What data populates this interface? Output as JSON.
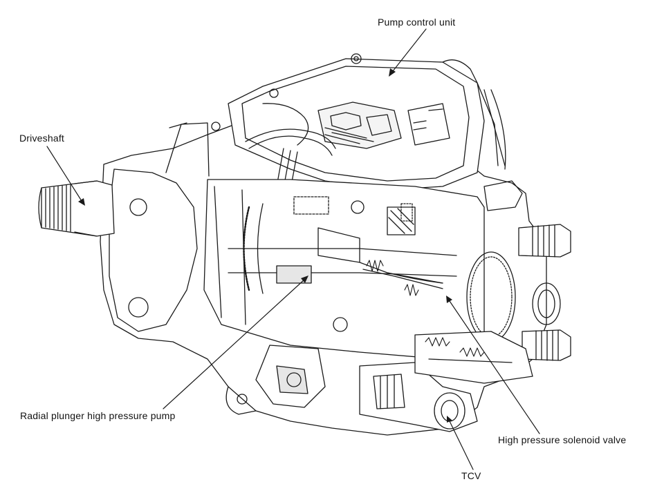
{
  "labels": {
    "pump_control_unit": "Pump control unit",
    "driveshaft": "Driveshaft",
    "radial_plunger": "Radial plunger high pressure pump",
    "hp_solenoid": "High pressure solenoid valve",
    "tcv": "TCV"
  },
  "colors": {
    "line": "#1a1a1a",
    "background": "#ffffff",
    "shade": "#e6e6e6"
  }
}
